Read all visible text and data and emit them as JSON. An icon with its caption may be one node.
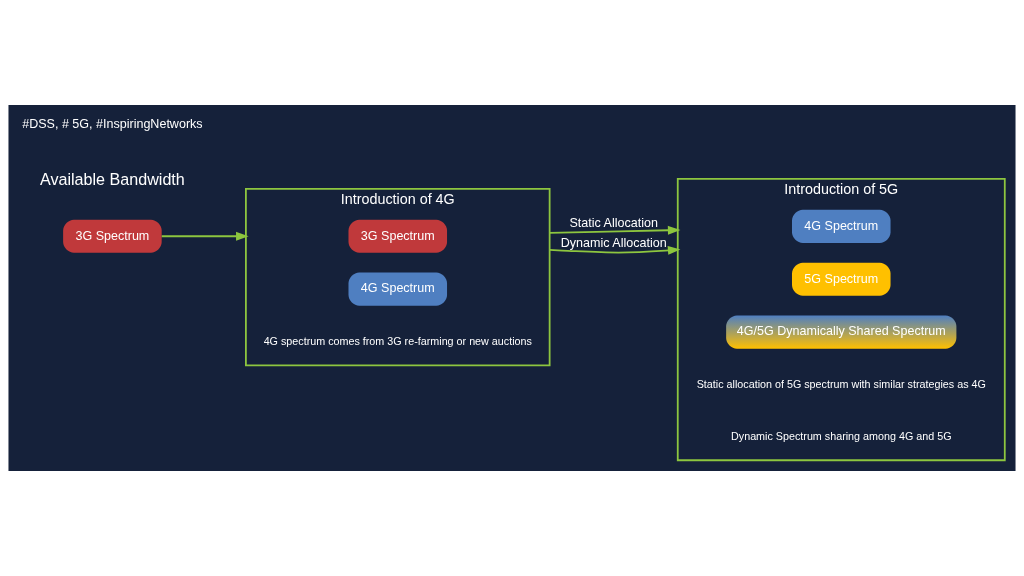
{
  "diagram": {
    "nodes": [
      {
        "text": [
          "3G Spectrum"
        ]
      },
      {
        "text": [
          "Introduction of 4G",
          "4G spectrum comes from 3G re-farming or new auctions"
        ]
      },
      {
        "text": [
          "3G Spectrum"
        ],
        "in": 1
      },
      {
        "text": [
          "4G Spectrum"
        ],
        "in": 1
      },
      {
        "text": [
          "Introduction of 5G",
          "Static allocation of 5G spectrum with similar strategies as 4G",
          "Dynamic Spectrum sharing among 4G and 5G"
        ]
      },
      {
        "text": [
          "4G Spectrum"
        ],
        "in": 4
      },
      {
        "text": [
          "5G Spectrum"
        ],
        "in": 4
      },
      {
        "text": [
          "4G/5G Dynamically Shared Spectrum"
        ],
        "in": 4
      }
    ],
    "edges": [
      {
        "from": 0,
        "to": 1,
        "arrow": "to"
      },
      {
        "from": 1,
        "to": 4,
        "arrow": "to",
        "label": "Static Allocation"
      },
      {
        "from": 1,
        "to": 4,
        "arrow": "to",
        "label": "Dynamic Allocation"
      }
    ],
    "labels": [
      "Available Bandwidth",
      "#DSS, # 5G, #InspiringNetworks"
    ]
  }
}
